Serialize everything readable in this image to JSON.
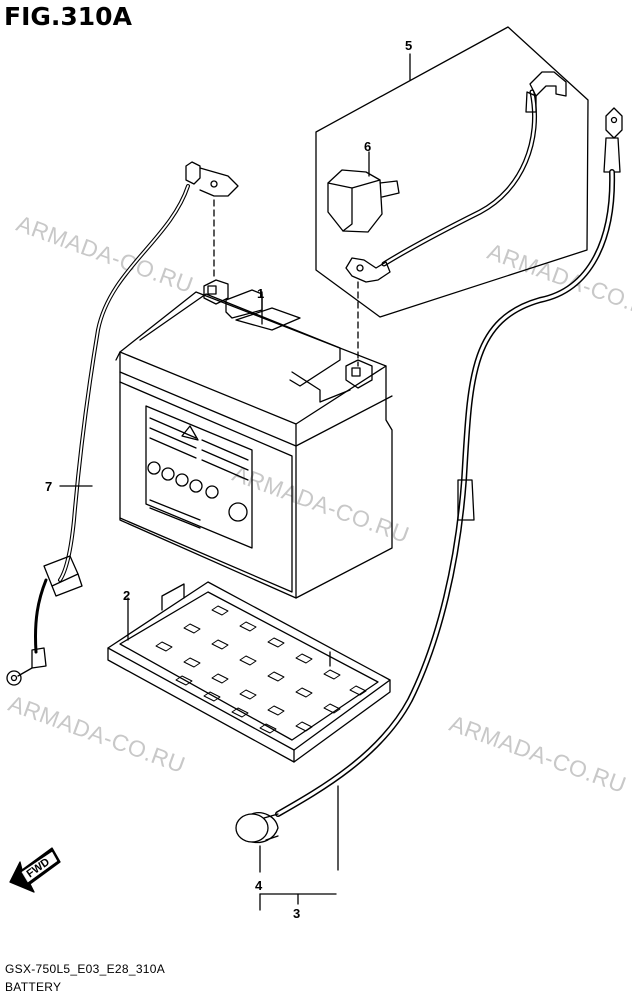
{
  "figure": {
    "title": "FIG.310A",
    "code": "GSX-750L5_E03_E28_310A",
    "caption": "BATTERY"
  },
  "watermark": "ARMADA-CO.RU",
  "direction_arrow": "FWD",
  "callouts": [
    "1",
    "2",
    "3",
    "4",
    "5",
    "6",
    "7"
  ]
}
